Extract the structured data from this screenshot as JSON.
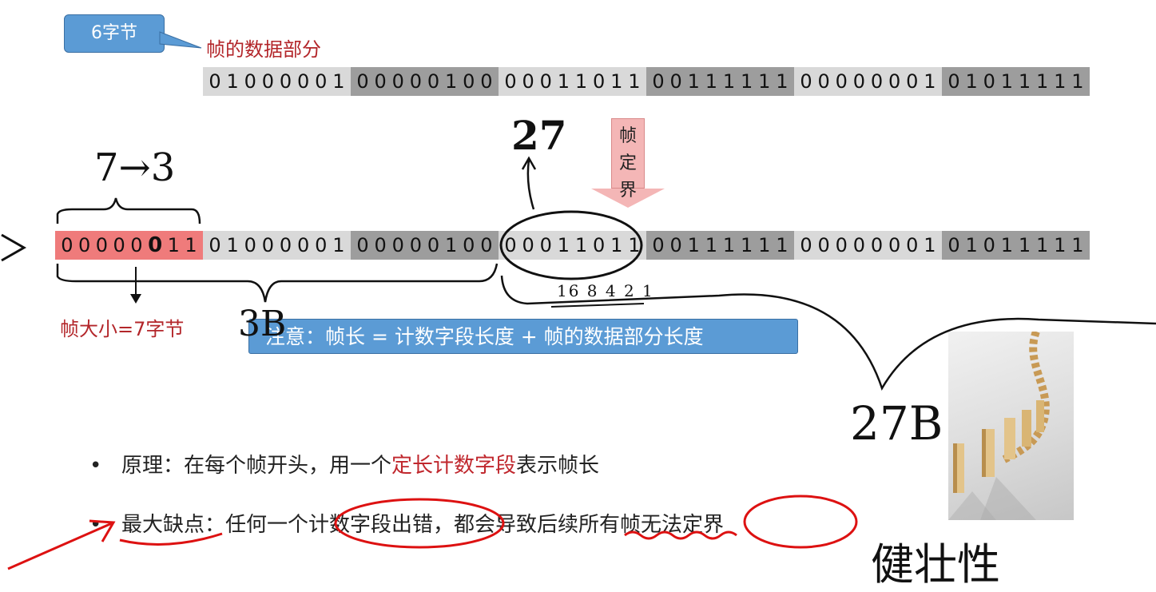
{
  "callout": {
    "label": "6字节"
  },
  "data_label": "帧的数据部分",
  "top_strip": {
    "bytes": [
      {
        "bits": "01000001",
        "shade": "light"
      },
      {
        "bits": "00000100",
        "shade": "dark"
      },
      {
        "bits": "00011011",
        "shade": "light"
      },
      {
        "bits": "00111111",
        "shade": "dark"
      },
      {
        "bits": "00000001",
        "shade": "light"
      },
      {
        "bits": "01011111",
        "shade": "dark"
      }
    ]
  },
  "boundary_arrow": {
    "label": "帧定界",
    "chars": [
      "帧",
      "定",
      "界"
    ]
  },
  "bottom_strip": {
    "bytes": [
      {
        "bits": "00000011",
        "shade": "red"
      },
      {
        "bits": "01000001",
        "shade": "light"
      },
      {
        "bits": "00000100",
        "shade": "dark"
      },
      {
        "bits": "00011011",
        "shade": "light"
      },
      {
        "bits": "00111111",
        "shade": "dark"
      },
      {
        "bits": "00000001",
        "shade": "light"
      },
      {
        "bits": "01011111",
        "shade": "dark"
      }
    ]
  },
  "frame_size_label": "帧大小=7字节",
  "note": "注意：帧长 = 计数字段长度 + 帧的数据部分长度",
  "bullets": [
    {
      "pre": "原理：在每个帧开头，用一个",
      "highlight": "定长计数字段",
      "post": "表示帧长"
    },
    {
      "pre": "最大缺点：任何一个计数字段出错，都会导致后续所有帧无法定界",
      "highlight": "",
      "post": ""
    }
  ],
  "handwriting": {
    "change": "7→3",
    "value_27": "27",
    "weights": "16 8 4 2 1",
    "three_b": "3B",
    "twenty_seven_b": "27B",
    "robustness": "健壮性"
  },
  "photo": {
    "subject": "dominoes-photo"
  },
  "colors": {
    "accent_blue": "#5b9bd5",
    "label_red": "#b3262a",
    "count_field_red": "#ef7b7b",
    "byte_light": "#d9d9d9",
    "byte_dark": "#9d9d9d"
  }
}
